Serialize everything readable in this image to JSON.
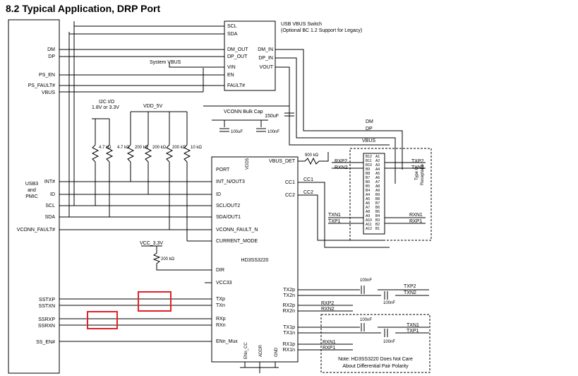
{
  "section_title": "8.2 Typical Application, DRP Port",
  "soc": {
    "block_label_lines": [
      "USB3",
      "and",
      "PMIC"
    ],
    "pins": [
      "DM",
      "DP",
      "PS_EN",
      "PS_FAULT#",
      "VBUS",
      "INT#",
      "ID",
      "SCL",
      "SDA",
      "VCONN_FAULT#",
      "SSTXP",
      "SSTXN",
      "SSRXP",
      "SSRXN",
      "SS_EN#"
    ]
  },
  "usb_switch": {
    "title": "USB VBUS Switch",
    "subtitle": "(Optional BC 1.2 Support for Legacy)",
    "left_pins": [
      "SCL",
      "SDA",
      "DM_OUT",
      "DP_OUT",
      "VIN",
      "EN",
      "FAULT#"
    ],
    "right_pins": [
      "DM_IN",
      "DP_IN",
      "VOUT"
    ]
  },
  "labels": {
    "system_vbus": "System VBUS",
    "i2c_io_line1": "I2C I/O",
    "i2c_io_line2": "1.8V or 3.3V",
    "vdd_5v": "VDD_5V",
    "vconn_bulk_cap": "VCONN Bulk Cap",
    "cap_150uf": "150uF",
    "cap_100uf": "100uF",
    "cap_100nf": "100nF",
    "vcc_3v3": "VCC_3.3V",
    "res_200k": "200 kΩ",
    "res_900k": "900 kΩ",
    "dm_line": "DM",
    "dp_line": "DP",
    "vbus_line": "VBUS",
    "receptacle_line1": "Type C",
    "receptacle_line2": "Receptacle",
    "note_line1": "Note: HD3SS3220 Does Not Care",
    "note_line2": "About Differential Pair Polarity"
  },
  "resistors": [
    "4.7 kΩ",
    "4.7 kΩ",
    "200 kΩ",
    "200 kΩ",
    "200 kΩ",
    "10 kΩ"
  ],
  "chip": {
    "name": "HD3SS3220",
    "vdd5": "VDD5",
    "vbus_det": "VBUS_DET",
    "left_pins": [
      "PORT",
      "INT_N/OUT3",
      "ID",
      "SCL/OUT2",
      "SDA/OUT1",
      "VCONN_FAULT_N",
      "CURRENT_MODE",
      "DIR",
      "VCC33",
      "TXp",
      "TXn",
      "RXp",
      "RXn",
      "ENn_Mux"
    ],
    "right_pins": [
      "CC1",
      "CC2",
      "TX2p",
      "TX2n",
      "RX2p",
      "RX2n",
      "TX1p",
      "TX1n",
      "RX1p",
      "RX1n"
    ],
    "bottom_pins": [
      "ENn_CC",
      "ADDR",
      "GND"
    ]
  },
  "connector": {
    "left_pins": [
      "B12",
      "B11",
      "B10",
      "B9",
      "B8",
      "B7",
      "B6",
      "B5",
      "B4",
      "A4",
      "A5",
      "A6",
      "A7",
      "A8",
      "A9",
      "A10",
      "A11",
      "A12"
    ],
    "right_pins": [
      "A1",
      "A2",
      "A3",
      "A4",
      "A5",
      "A6",
      "A7",
      "A8",
      "A9",
      "B9",
      "B8",
      "B7",
      "B6",
      "B5",
      "B4",
      "B3",
      "B2",
      "B1"
    ]
  },
  "net_labels": {
    "rxp2": "RXP2",
    "rxn2": "RXN2",
    "txp2": "TXP2",
    "txn2": "TXN2",
    "txn1": "TXN1",
    "txp1": "TXP1",
    "rxn1": "RXN1",
    "rxp1": "RXP1",
    "cc1": "CC1",
    "cc2": "CC2"
  },
  "highlight_color": "#e0202a"
}
